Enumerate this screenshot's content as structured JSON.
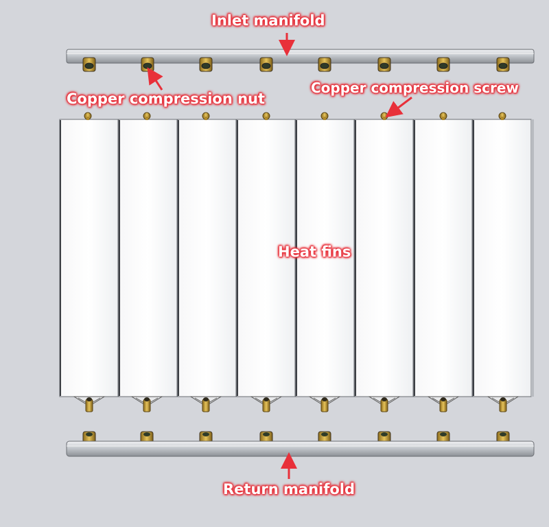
{
  "labels": {
    "inlet_manifold": "Inlet manifold",
    "copper_compression_nut": "Copper compression nut",
    "copper_compression_screw": "Copper compression screw",
    "heat_fins": "Heat fins",
    "return_manifold": "Return manifold"
  },
  "colors": {
    "background": "#d4d6db",
    "fin_face": "#ffffff",
    "fin_outline": "#6a6d73",
    "pipe": "#b9bdc3",
    "brass": "#c9a13a",
    "arrow": "#e8303a",
    "label_glow": "#e8303a"
  },
  "fin_count": 8
}
